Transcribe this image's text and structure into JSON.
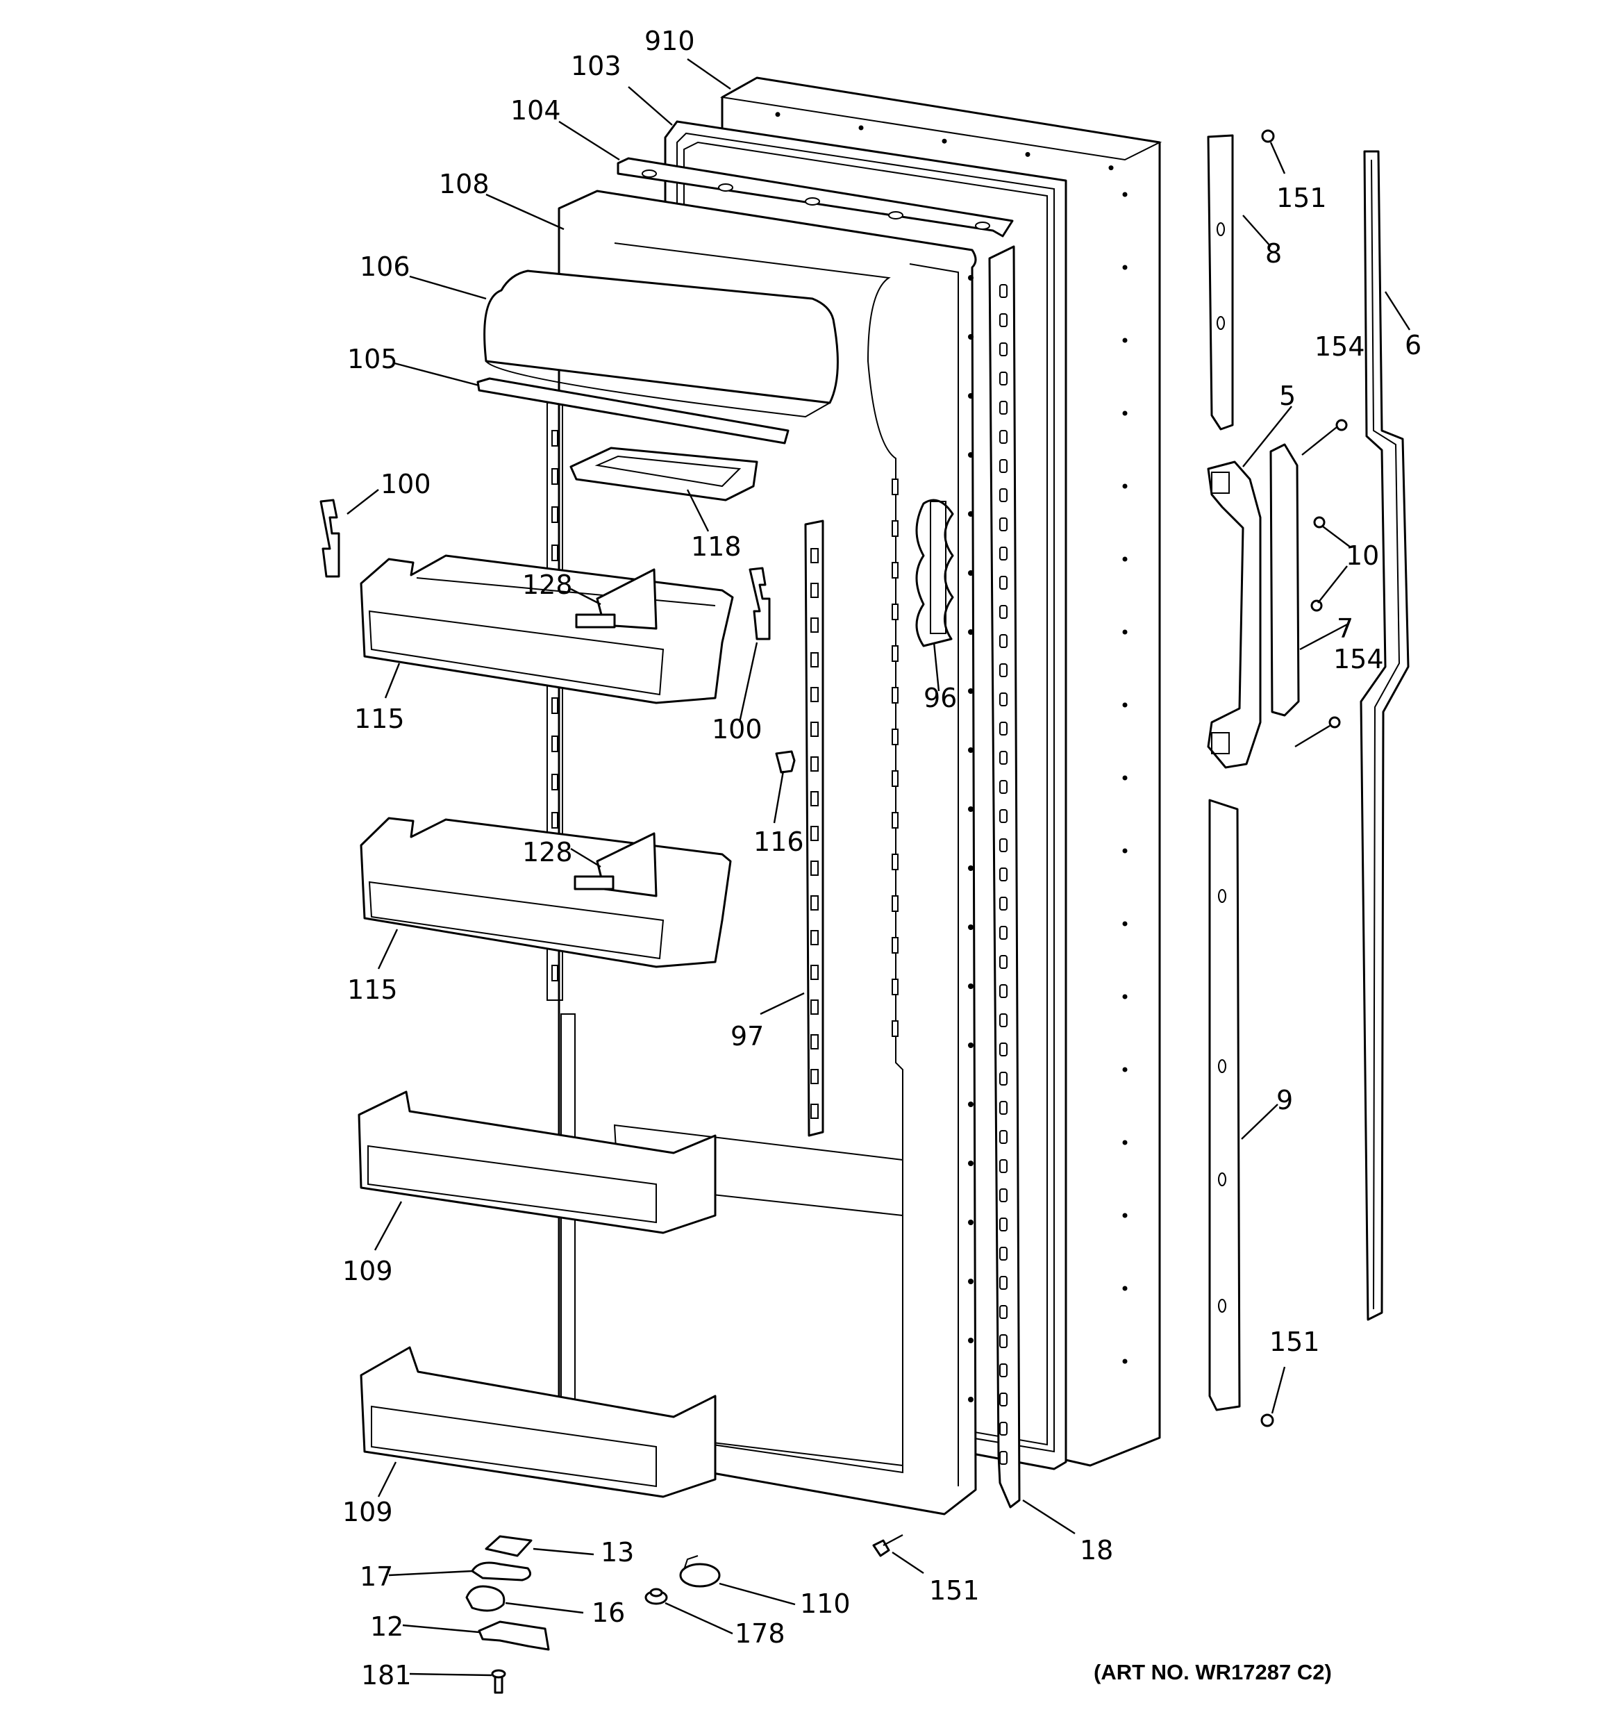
{
  "art_number": "(ART NO. WR17287 C2)",
  "callouts": [
    {
      "id": "c910",
      "text": "910"
    },
    {
      "id": "c103",
      "text": "103"
    },
    {
      "id": "c104",
      "text": "104"
    },
    {
      "id": "c108",
      "text": "108"
    },
    {
      "id": "c106",
      "text": "106"
    },
    {
      "id": "c105",
      "text": "105"
    },
    {
      "id": "c100a",
      "text": "100"
    },
    {
      "id": "c118",
      "text": "118"
    },
    {
      "id": "c128a",
      "text": "128"
    },
    {
      "id": "c115a",
      "text": "115"
    },
    {
      "id": "c100b",
      "text": "100"
    },
    {
      "id": "c116",
      "text": "116"
    },
    {
      "id": "c96",
      "text": "96"
    },
    {
      "id": "c128b",
      "text": "128"
    },
    {
      "id": "c115b",
      "text": "115"
    },
    {
      "id": "c97",
      "text": "97"
    },
    {
      "id": "c109a",
      "text": "109"
    },
    {
      "id": "c109b",
      "text": "109"
    },
    {
      "id": "c151a",
      "text": "151"
    },
    {
      "id": "c8",
      "text": "8"
    },
    {
      "id": "c6",
      "text": "6"
    },
    {
      "id": "c154a",
      "text": "154"
    },
    {
      "id": "c5",
      "text": "5"
    },
    {
      "id": "c10",
      "text": "10"
    },
    {
      "id": "c7",
      "text": "7"
    },
    {
      "id": "c154b",
      "text": "154"
    },
    {
      "id": "c9",
      "text": "9"
    },
    {
      "id": "c151b",
      "text": "151"
    },
    {
      "id": "c18",
      "text": "18"
    },
    {
      "id": "c151c",
      "text": "151"
    },
    {
      "id": "c13",
      "text": "13"
    },
    {
      "id": "c17",
      "text": "17"
    },
    {
      "id": "c16",
      "text": "16"
    },
    {
      "id": "c110",
      "text": "110"
    },
    {
      "id": "c12",
      "text": "12"
    },
    {
      "id": "c178",
      "text": "178"
    },
    {
      "id": "c181",
      "text": "181"
    }
  ]
}
